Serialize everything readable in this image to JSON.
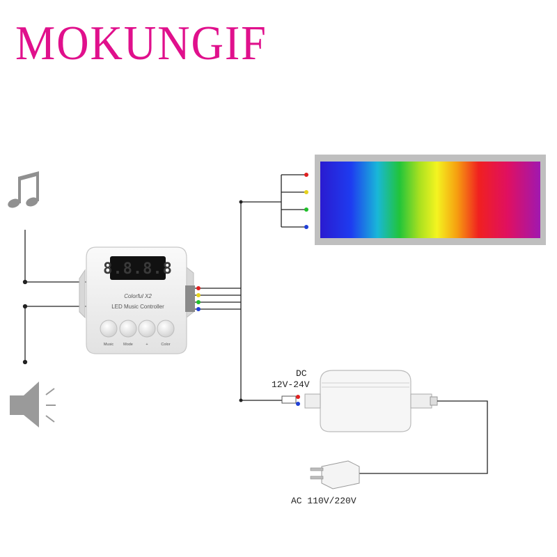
{
  "brand": {
    "text": "MOKUNGIF",
    "color": "#e0108c"
  },
  "controller": {
    "display": "8.8.8.8",
    "model": "Colorful X2",
    "name": "LED Music Controller",
    "buttons": [
      "Music",
      "Mode",
      "+",
      "Color"
    ]
  },
  "power": {
    "dc_label": "DC",
    "dc_voltage": "12V-24V",
    "ac_label": "AC 110V/220V"
  },
  "icons": [
    "music-note-icon",
    "speaker-icon",
    "ac-plug-icon"
  ],
  "wire_colors": {
    "red": "#e02020",
    "yellow": "#e6d21c",
    "green": "#1fbf2a",
    "blue": "#1f3fd6"
  }
}
